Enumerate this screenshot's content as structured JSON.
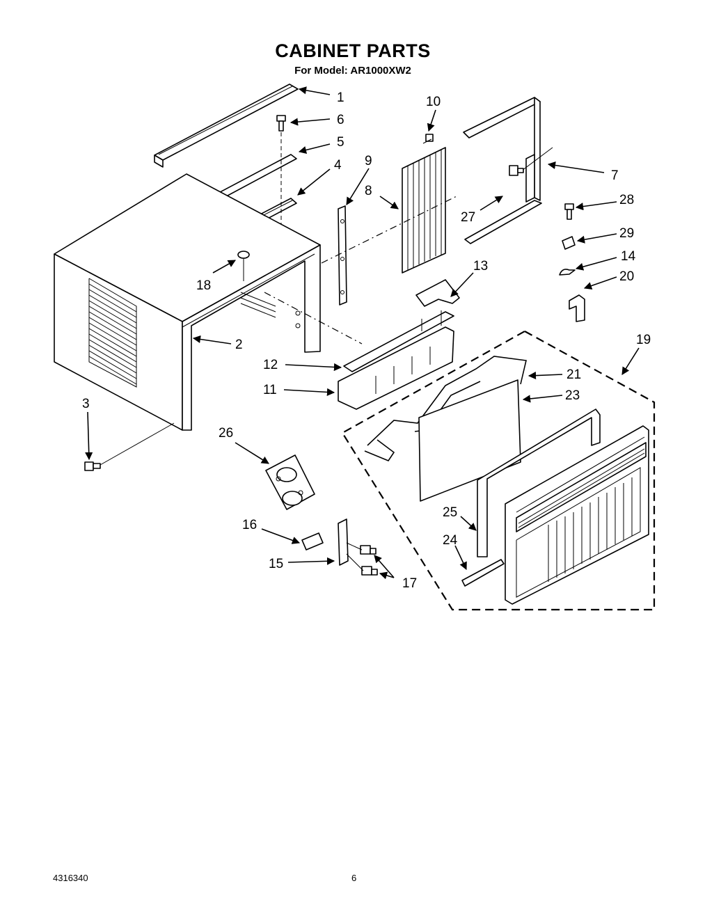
{
  "header": {
    "title": "CABINET PARTS",
    "subtitle": "For Model: AR1000XW2"
  },
  "footer": {
    "doc_number": "4316340",
    "page_number": "6"
  },
  "callouts": [
    "1",
    "2",
    "3",
    "4",
    "5",
    "6",
    "7",
    "8",
    "9",
    "10",
    "11",
    "12",
    "13",
    "14",
    "15",
    "16",
    "17",
    "18",
    "19",
    "20",
    "21",
    "23",
    "24",
    "25",
    "26",
    "27",
    "28",
    "29"
  ]
}
